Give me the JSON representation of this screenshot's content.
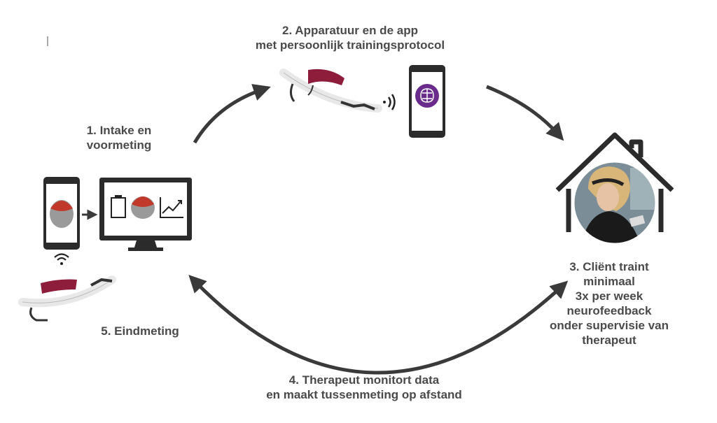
{
  "steps": {
    "step1": {
      "line1": "1. Intake en",
      "line2": "voormeting"
    },
    "step2": {
      "line1": "2. Apparatuur en de app",
      "line2": "met persoonlijk trainingsprotocol"
    },
    "step3": {
      "line1": "3. Cliënt traint",
      "line2": "minimaal",
      "line3": "3x per week",
      "line4": "neurofeedback",
      "line5": "onder supervisie van",
      "line6": "therapeut"
    },
    "step4": {
      "line1": "4. Therapeut monitort data",
      "line2": "en maakt tussenmeting op afstand"
    },
    "step5": {
      "line1": "5. Eindmeting"
    }
  },
  "icons": [
    "headset-icon",
    "phone-icon",
    "brain-app-icon",
    "wireless-signal-icon",
    "monitor-icon",
    "clipboard-icon",
    "brain-icon",
    "trend-chart-icon",
    "house-icon",
    "client-photo"
  ],
  "colors": {
    "text": "#4a4a4a",
    "arrow": "#3a3a3a",
    "headset_pad": "#8e1d3b",
    "brain": "#c0392b",
    "app_purple": "#6a2c8c"
  }
}
